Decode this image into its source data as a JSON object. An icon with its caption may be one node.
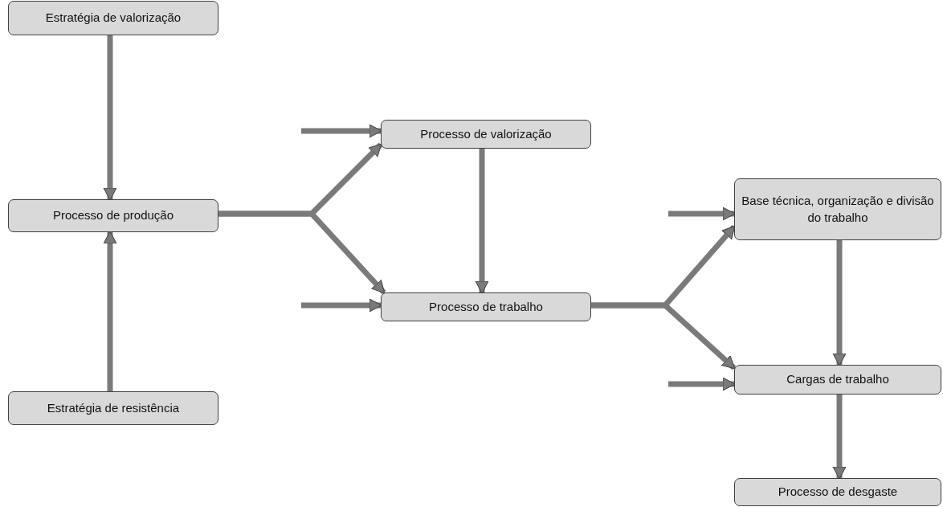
{
  "diagram": {
    "nodes": [
      {
        "text": [
          "Estratégia de valorização"
        ]
      },
      {
        "text": [
          "Processo de produção"
        ]
      },
      {
        "text": [
          "Estratégia de resistência"
        ]
      },
      {
        "text": [
          "Processo de valorização"
        ]
      },
      {
        "text": [
          "Processo de trabalho"
        ]
      },
      {
        "text": [
          "Base técnica, organização e divisão do trabalho"
        ]
      },
      {
        "text": [
          "Cargas de trabalho"
        ]
      },
      {
        "text": [
          "Processo de desgaste"
        ]
      }
    ],
    "edges": [
      {
        "from": 0,
        "to": 1,
        "arrow": "to"
      },
      {
        "from": 2,
        "to": 1,
        "arrow": "to"
      },
      {
        "from": 1,
        "to": 3,
        "arrow": "to"
      },
      {
        "from": 1,
        "to": 4,
        "arrow": "to"
      },
      {
        "from": null,
        "to": 3,
        "arrow": "to"
      },
      {
        "from": null,
        "to": 4,
        "arrow": "to"
      },
      {
        "from": 3,
        "to": 4,
        "arrow": "to"
      },
      {
        "from": 4,
        "to": 5,
        "arrow": "to"
      },
      {
        "from": 4,
        "to": 6,
        "arrow": "to"
      },
      {
        "from": null,
        "to": 5,
        "arrow": "to"
      },
      {
        "from": null,
        "to": 6,
        "arrow": "to"
      },
      {
        "from": 5,
        "to": 6,
        "arrow": "to"
      },
      {
        "from": 6,
        "to": 7,
        "arrow": "to"
      }
    ]
  }
}
